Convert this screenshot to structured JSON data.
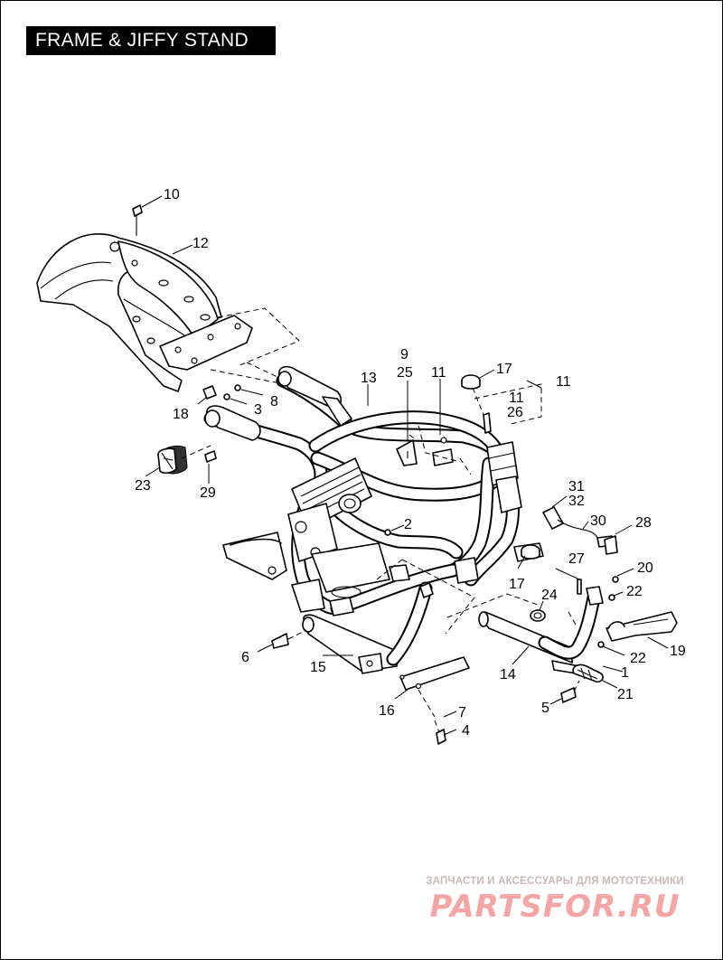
{
  "title": "FRAME & JIFFY STAND",
  "callouts": [
    {
      "id": "c10",
      "text": "10"
    },
    {
      "id": "c12",
      "text": "12"
    },
    {
      "id": "c9",
      "text": "9"
    },
    {
      "id": "c25",
      "text": "25"
    },
    {
      "id": "c11a",
      "text": "11"
    },
    {
      "id": "c17a",
      "text": "17"
    },
    {
      "id": "c11b",
      "text": "11"
    },
    {
      "id": "c11c",
      "text": "11"
    },
    {
      "id": "c26",
      "text": "26"
    },
    {
      "id": "c13",
      "text": "13"
    },
    {
      "id": "c18",
      "text": "18"
    },
    {
      "id": "c3",
      "text": "3"
    },
    {
      "id": "c8",
      "text": "8"
    },
    {
      "id": "c23",
      "text": "23"
    },
    {
      "id": "c29",
      "text": "29"
    },
    {
      "id": "c2",
      "text": "2"
    },
    {
      "id": "c31",
      "text": "31"
    },
    {
      "id": "c32",
      "text": "32"
    },
    {
      "id": "c30",
      "text": "30"
    },
    {
      "id": "c28",
      "text": "28"
    },
    {
      "id": "c17b",
      "text": "17"
    },
    {
      "id": "c27",
      "text": "27"
    },
    {
      "id": "c20",
      "text": "20"
    },
    {
      "id": "c24",
      "text": "24"
    },
    {
      "id": "c22a",
      "text": "22"
    },
    {
      "id": "c19",
      "text": "19"
    },
    {
      "id": "c6",
      "text": "6"
    },
    {
      "id": "c15",
      "text": "15"
    },
    {
      "id": "c14",
      "text": "14"
    },
    {
      "id": "c22b",
      "text": "22"
    },
    {
      "id": "c1",
      "text": "1"
    },
    {
      "id": "c16",
      "text": "16"
    },
    {
      "id": "c21",
      "text": "21"
    },
    {
      "id": "c5",
      "text": "5"
    },
    {
      "id": "c7",
      "text": "7"
    },
    {
      "id": "c4",
      "text": "4"
    }
  ],
  "watermark": {
    "tagline": "ЗАПЧАСТИ И АКСЕССУАРЫ ДЛЯ МОТОТЕХНИКИ",
    "logo": "PARTSFOR.RU"
  }
}
